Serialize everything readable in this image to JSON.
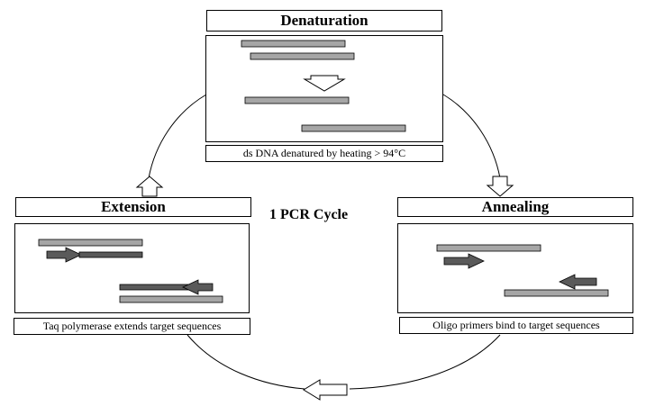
{
  "center_label": "1 PCR Cycle",
  "stages": {
    "denaturation": {
      "title": "Denaturation",
      "caption": "ds DNA denatured by heating > 94°C"
    },
    "annealing": {
      "title": "Annealing",
      "caption": "Oligo primers bind to target sequences"
    },
    "extension": {
      "title": "Extension",
      "caption": "Taq polymerase extends target sequences"
    }
  },
  "colors": {
    "strand_light": "#a6a6a6",
    "strand_dark": "#5a5a5a",
    "outline": "#000000"
  }
}
